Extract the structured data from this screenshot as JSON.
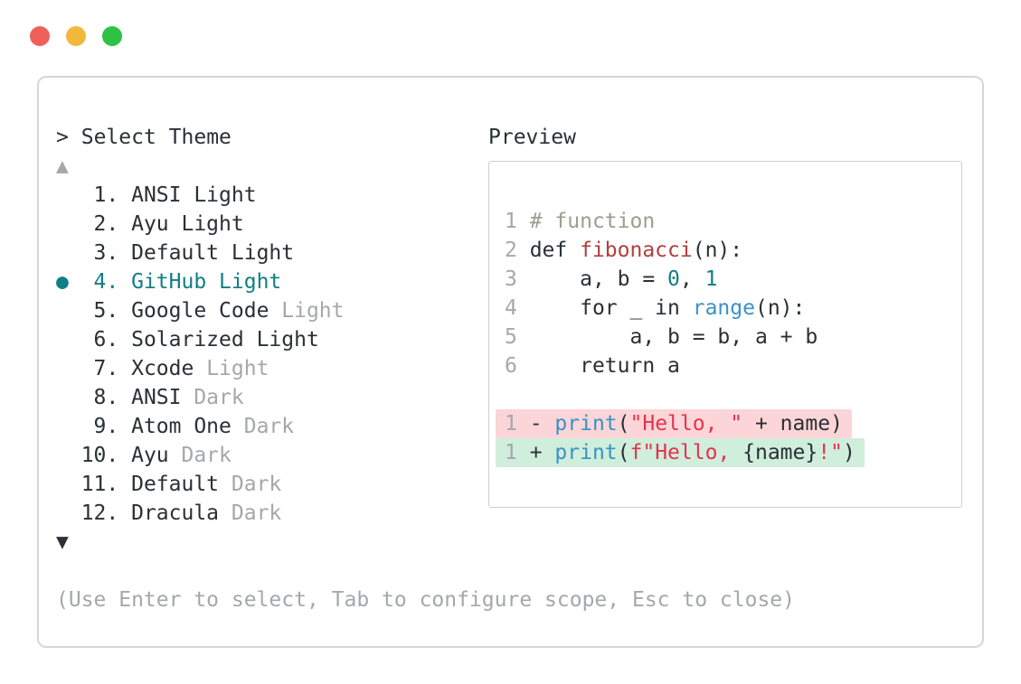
{
  "palette": {
    "teal": "#107e85",
    "text": "#2b2f36",
    "muted": "#a5a7aa",
    "comment": "#9aa08e",
    "func": "#af403c",
    "builtin": "#3a92c5",
    "string": "#e5334d",
    "removed_bg": "#fbd5d7",
    "added_bg": "#cfeedb"
  },
  "window": {
    "buttons": [
      {
        "name": "close",
        "color": "#f0605a"
      },
      {
        "name": "minimize",
        "color": "#f2b83b"
      },
      {
        "name": "zoom",
        "color": "#2dc244"
      }
    ]
  },
  "header": {
    "prompt": ">",
    "title": "Select Theme"
  },
  "list": {
    "up_arrow": "▲",
    "down_arrow": "▼",
    "selected_marker": "●",
    "items": [
      {
        "number": 1,
        "name": "ANSI Light",
        "muted": "",
        "selected": false
      },
      {
        "number": 2,
        "name": "Ayu Light",
        "muted": "",
        "selected": false
      },
      {
        "number": 3,
        "name": "Default Light",
        "muted": "",
        "selected": false
      },
      {
        "number": 4,
        "name": "GitHub Light",
        "muted": "",
        "selected": true
      },
      {
        "number": 5,
        "name": "Google Code",
        "muted": "Light",
        "selected": false
      },
      {
        "number": 6,
        "name": "Solarized Light",
        "muted": "",
        "selected": false
      },
      {
        "number": 7,
        "name": "Xcode",
        "muted": "Light",
        "selected": false
      },
      {
        "number": 8,
        "name": "ANSI",
        "muted": "Dark",
        "selected": false
      },
      {
        "number": 9,
        "name": "Atom One",
        "muted": "Dark",
        "selected": false
      },
      {
        "number": 10,
        "name": "Ayu",
        "muted": "Dark",
        "selected": false
      },
      {
        "number": 11,
        "name": "Default",
        "muted": "Dark",
        "selected": false
      },
      {
        "number": 12,
        "name": "Dracula",
        "muted": "Dark",
        "selected": false
      }
    ]
  },
  "footer": {
    "hint": "(Use Enter to select, Tab to configure scope, Esc to close)"
  },
  "preview": {
    "label": "Preview",
    "lines": [
      {
        "num": "1",
        "bg": "",
        "tokens": [
          [
            "# function",
            "comment"
          ]
        ]
      },
      {
        "num": "2",
        "bg": "",
        "tokens": [
          [
            "def ",
            "text"
          ],
          [
            "fibonacci",
            "func"
          ],
          [
            "(n):",
            "text"
          ]
        ]
      },
      {
        "num": "3",
        "bg": "",
        "tokens": [
          [
            "    a, b = ",
            "text"
          ],
          [
            "0",
            "number"
          ],
          [
            ", ",
            "text"
          ],
          [
            "1",
            "number"
          ]
        ]
      },
      {
        "num": "4",
        "bg": "",
        "tokens": [
          [
            "    for _ in ",
            "text"
          ],
          [
            "range",
            "builtin"
          ],
          [
            "(n):",
            "text"
          ]
        ]
      },
      {
        "num": "5",
        "bg": "",
        "tokens": [
          [
            "        a, b = b, a + b",
            "text"
          ]
        ]
      },
      {
        "num": "6",
        "bg": "",
        "tokens": [
          [
            "    return a",
            "text"
          ]
        ]
      },
      {
        "num": "",
        "bg": "",
        "tokens": []
      },
      {
        "num": "1",
        "bg": "removed",
        "tokens": [
          [
            "- ",
            "text"
          ],
          [
            "print",
            "builtin"
          ],
          [
            "(",
            "text"
          ],
          [
            "\"Hello, \"",
            "string"
          ],
          [
            " + name)",
            "text"
          ]
        ]
      },
      {
        "num": "1",
        "bg": "added",
        "tokens": [
          [
            "+ ",
            "text"
          ],
          [
            "print",
            "builtin"
          ],
          [
            "(",
            "text"
          ],
          [
            "f\"Hello, ",
            "string"
          ],
          [
            "{name}",
            "text"
          ],
          [
            "!\"",
            "string"
          ],
          [
            ")",
            "text"
          ]
        ]
      }
    ]
  }
}
